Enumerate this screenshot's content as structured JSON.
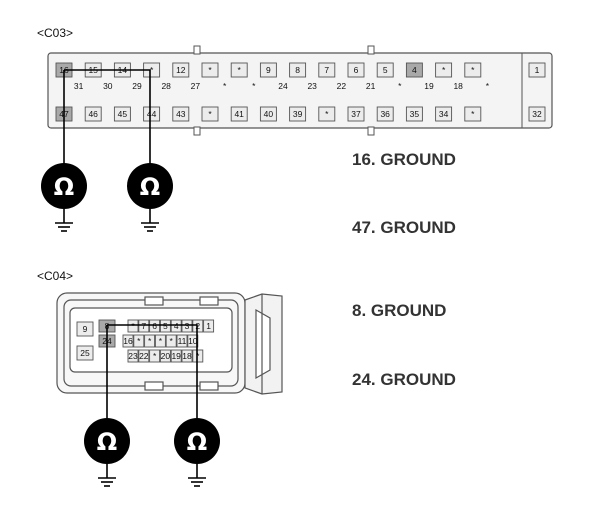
{
  "c03": {
    "title": "<C03>",
    "top_row": [
      "16",
      "15",
      "14",
      "*",
      "12",
      "*",
      "*",
      "9",
      "8",
      "7",
      "6",
      "5",
      "4",
      "*",
      "*"
    ],
    "top_sub": [
      "31",
      "30",
      "29",
      "28",
      "27",
      "*",
      "*",
      "24",
      "23",
      "22",
      "21",
      "*",
      "19",
      "18",
      "*"
    ],
    "top_extra": "1",
    "bottom_row": [
      "47",
      "46",
      "45",
      "44",
      "43",
      "*",
      "41",
      "40",
      "39",
      "*",
      "37",
      "36",
      "35",
      "34",
      "*"
    ],
    "bottom_extra": "32"
  },
  "c04": {
    "title": "<C04>",
    "left_top": "9",
    "left_bottom": "25",
    "row1": [
      "8",
      "*",
      "7",
      "6",
      "5",
      "4",
      "3",
      "2",
      "1"
    ],
    "row2": [
      "24",
      "16",
      "*",
      "*",
      "*",
      "*",
      "11",
      "10"
    ],
    "row3": [
      "23",
      "22",
      "*",
      "20",
      "19",
      "18",
      "*"
    ]
  },
  "meter_symbol": "Ω",
  "labels": [
    "16. GROUND",
    "47. GROUND",
    "8. GROUND",
    "24. GROUND"
  ]
}
